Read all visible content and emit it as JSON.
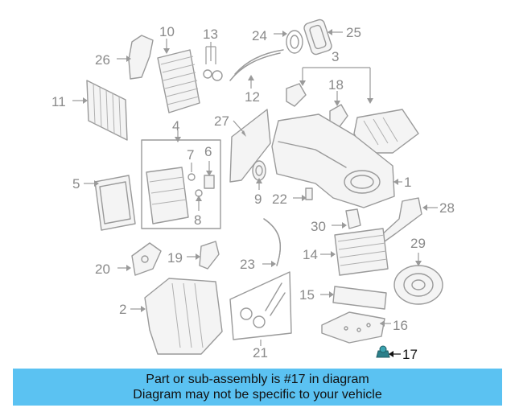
{
  "diagram": {
    "highlighted_part": "17",
    "part_numbers": [
      "1",
      "2",
      "3",
      "4",
      "5",
      "6",
      "7",
      "8",
      "9",
      "10",
      "11",
      "12",
      "13",
      "14",
      "15",
      "16",
      "17",
      "18",
      "19",
      "20",
      "21",
      "22",
      "23",
      "24",
      "25",
      "26",
      "27",
      "28",
      "29",
      "30"
    ]
  },
  "banner": {
    "line1": "Part or sub-assembly is #17 in diagram",
    "line2": "Diagram may not be specific to your vehicle",
    "color": "#5bc2f2"
  }
}
